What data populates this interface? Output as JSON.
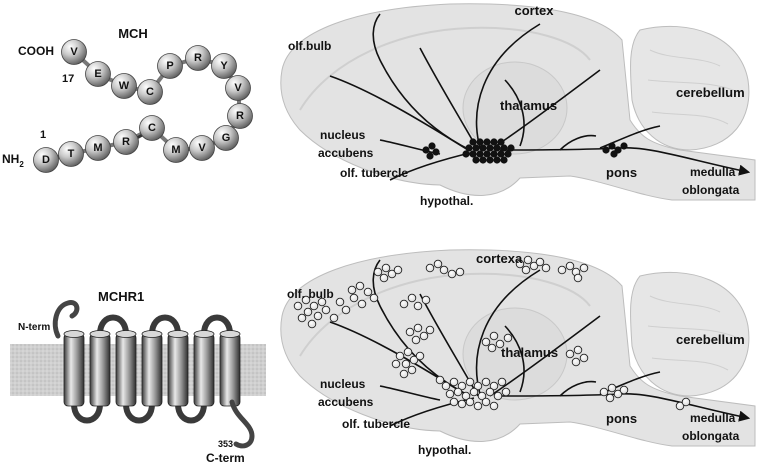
{
  "mch": {
    "title": "MCH",
    "cterm_label": "COOH",
    "nterm_label": "NH",
    "nterm_sub": "2",
    "index_start": "1",
    "index_17": "17",
    "residues": [
      "D",
      "T",
      "M",
      "R",
      "C",
      "M",
      "V",
      "G",
      "R",
      "V",
      "Y",
      "R",
      "P",
      "C",
      "W",
      "E",
      "V"
    ]
  },
  "mchr1": {
    "title": "MCHR1",
    "nterm": "N-term",
    "cterm": "C-term",
    "cterm_index": "353"
  },
  "brain_top": {
    "labels": {
      "cortex": "cortex",
      "olf_bulb": "olf.bulb",
      "thalamus": "thalamus",
      "cerebellum": "cerebellum",
      "nucleus": "nucleus",
      "accubens": "accubens",
      "olf_tubercle": "olf. tubercle",
      "hypothal": "hypothal.",
      "pons": "pons",
      "medulla": "medulla",
      "oblongata": "oblongata"
    }
  },
  "brain_bottom": {
    "labels": {
      "cortex": "cortexa",
      "olf_bulb": "olf. bulb",
      "thalamus": "thalamus",
      "cerebellum": "cerebellum",
      "nucleus": "nucleus",
      "accubens": "accubens",
      "olf_tubercle": "olf. tubercle",
      "hypothal": "hypothal.",
      "pons": "pons",
      "medulla": "medulla",
      "oblongata": "oblongata"
    }
  },
  "colors": {
    "brain_fill": "#e3e3e3",
    "brain_stroke": "#bdbdbd",
    "neuron": "#111111",
    "receptor_dot": "#ffffff"
  }
}
